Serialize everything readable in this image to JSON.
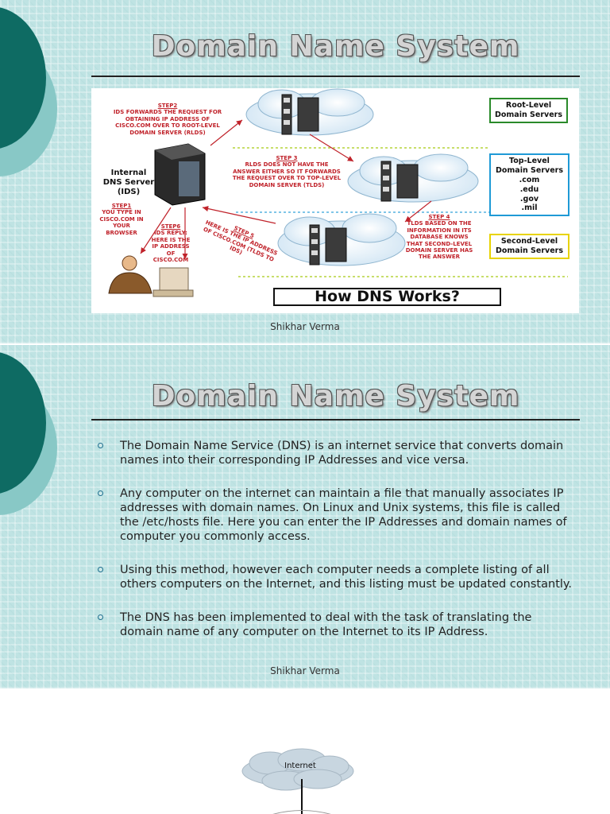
{
  "slide1": {
    "title": "Domain Name System",
    "footer": "Shikhar Verma",
    "diagram": {
      "step2": {
        "heading": "Step2",
        "text": "IDS forwards the request for obtaining IP address of cisco.com over to Root-Level Domain Server (RLDS)"
      },
      "step3": {
        "heading": "Step 3",
        "text": "RLDS does not have the answer either so it forwards the request over to Top-Level Domain Server (TLDS)"
      },
      "step4": {
        "heading": "Step 4",
        "text": "TLDS based on the information in its Database knows that Second-Level Domain Server has the answer"
      },
      "step5": {
        "heading": "Step 5",
        "text": "Here is the IP Address of cisco.com (TLDS to IDS)"
      },
      "step6": {
        "heading": "Step6",
        "text": "IDS Reply: Here is the IP Address of cisco.com"
      },
      "step1": {
        "heading": "Step1",
        "text": "You type in cisco.com in your browser"
      },
      "ids_label": "Internal DNS Server (IDS)",
      "root_label": "Root-Level Domain Servers",
      "tld_label": "Top-Level Domain Servers",
      "tld_list": [
        ".com",
        ".edu",
        ".gov",
        ".mil"
      ],
      "second_label": "Second-Level Domain Servers",
      "banner": "How DNS Works?",
      "colors": {
        "root_box": "#2a8a2a",
        "tld_box": "#1f9ad6",
        "second_box": "#e8d300",
        "arrow": "#c0222a"
      }
    }
  },
  "slide2": {
    "title": "Domain Name System",
    "footer": "Shikhar Verma",
    "bullets": [
      "The Domain Name Service (DNS) is an internet service that converts domain names into their corresponding IP Addresses and vice versa.",
      "Any computer on the internet can maintain a file that manually associates IP addresses with domain names. On Linux and Unix systems, this file is called the /etc/hosts file. Here you can enter the IP Addresses and domain names of computer you commonly access.",
      "Using this method, however each computer needs a complete listing of all others computers on the Internet, and this listing must be updated constantly.",
      "The DNS has been implemented to deal with the task of translating the domain name of any computer on the Internet to its IP Address."
    ]
  },
  "slide3": {
    "cloud_label": "Internet"
  }
}
